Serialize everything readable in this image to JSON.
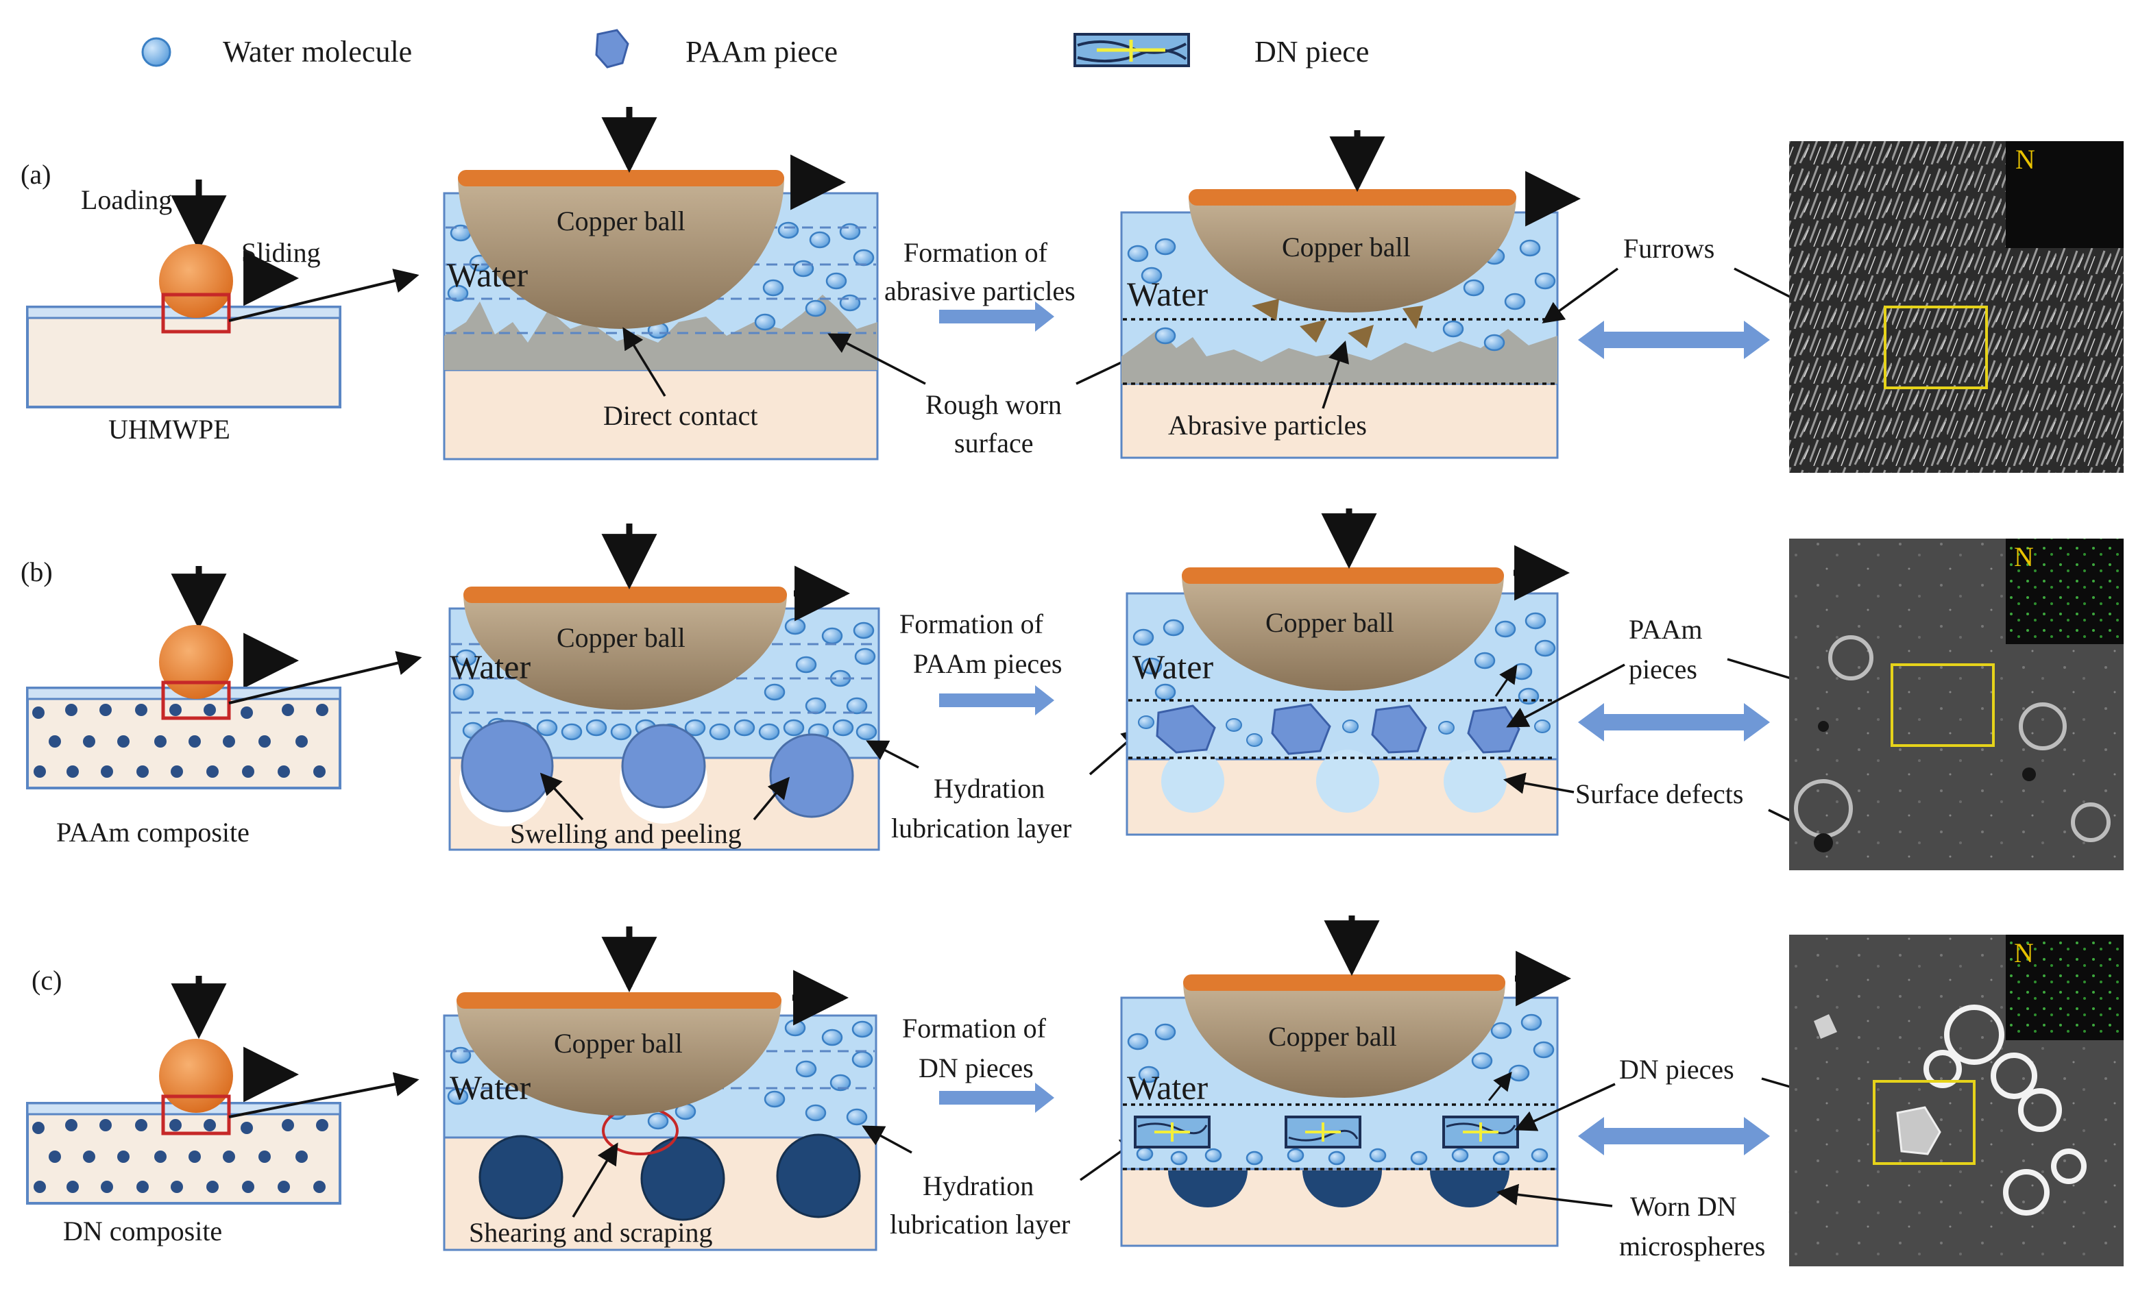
{
  "legend": {
    "water": "Water molecule",
    "paam": "PAAm piece",
    "dn": "DN piece"
  },
  "common": {
    "copper_ball": "Copper ball",
    "water": "Water",
    "n_label": "N"
  },
  "row_a": {
    "label": "(a)",
    "loading": "Loading",
    "sliding": "Sliding",
    "substrate": "UHMWPE",
    "direct_contact": "Direct contact",
    "formation_1": "Formation of",
    "formation_2": "abrasive particles",
    "rough_1": "Rough worn",
    "rough_2": "surface",
    "abrasive_particles": "Abrasive particles",
    "furrows": "Furrows"
  },
  "row_b": {
    "label": "(b)",
    "substrate": "PAAm  composite",
    "swelling": "Swelling and peeling",
    "formation_1": "Formation of",
    "formation_2": "PAAm pieces",
    "hydration_1": "Hydration",
    "hydration_2": "lubrication  layer",
    "pieces_1": "PAAm",
    "pieces_2": "pieces",
    "surface_defects": "Surface defects"
  },
  "row_c": {
    "label": "(c)",
    "substrate": "DN  composite",
    "shearing": "Shearing and scraping",
    "formation_1": "Formation of",
    "formation_2": "DN pieces",
    "hydration_1": "Hydration",
    "hydration_2": "lubrication  layer",
    "dn_pieces": "DN pieces",
    "worn_1": "Worn DN",
    "worn_2": "microspheres"
  }
}
